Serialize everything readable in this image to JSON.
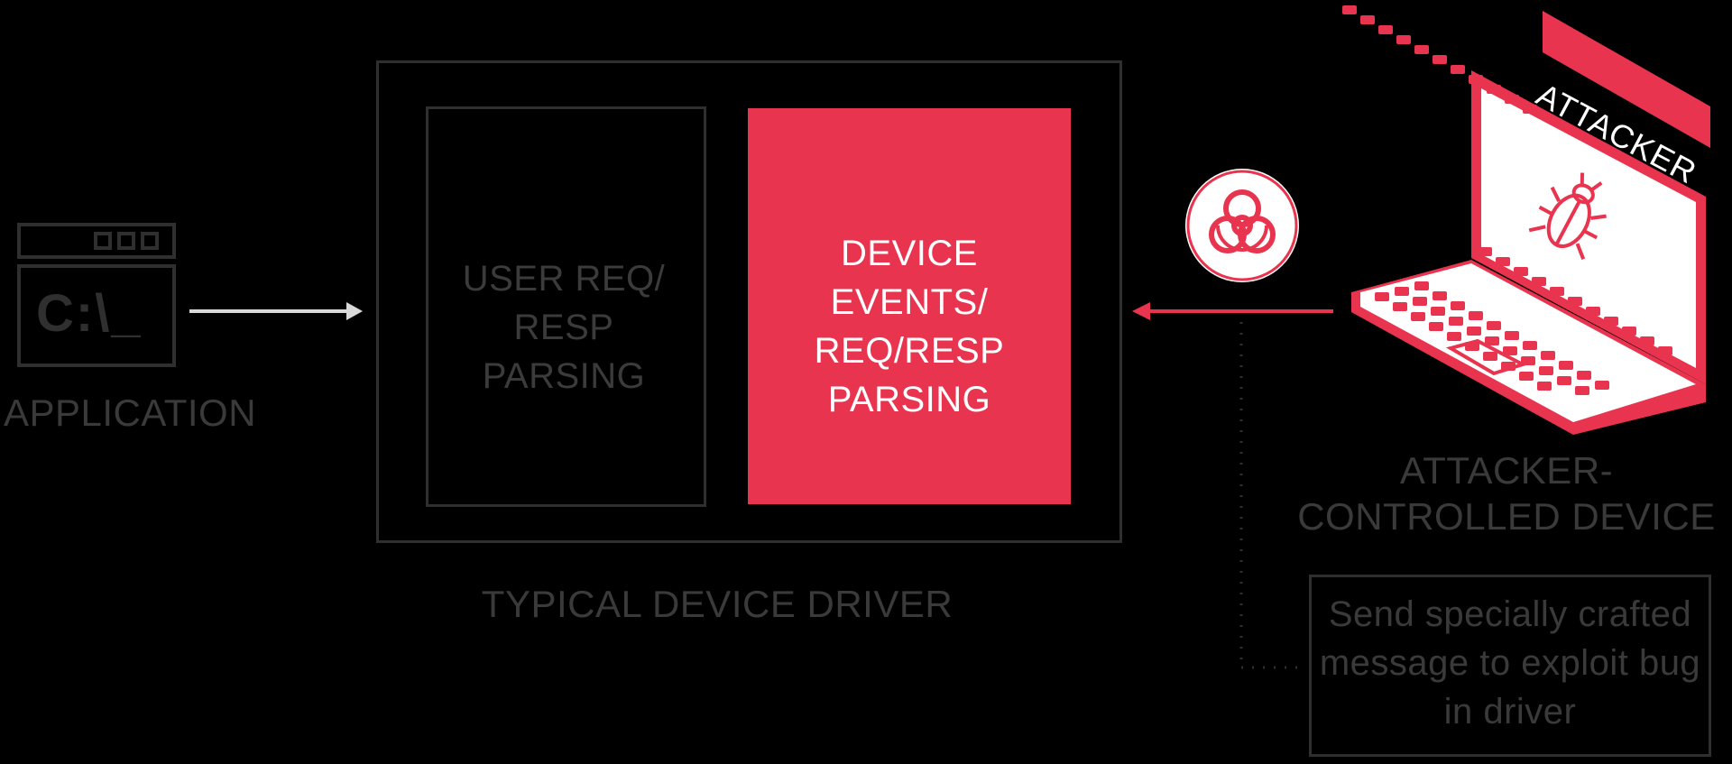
{
  "application": {
    "label": "APPLICATION",
    "terminal_text": "C:\\_"
  },
  "driver": {
    "title": "TYPICAL DEVICE DRIVER",
    "user_box_label": "USER REQ/ RESP PARSING",
    "device_box_label": "DEVICE EVENTS/ REQ/RESP PARSING"
  },
  "attacker": {
    "badge": "ATTACKER",
    "device_label": "ATTACKER-CONTROLLED DEVICE",
    "note": "Send specially crafted message to exploit bug in driver"
  },
  "colors": {
    "accent": "#e8344e",
    "outline": "#2f2f2f",
    "muted_text": "#3a3a3a",
    "arrow_white": "#d9d9d9"
  },
  "icons": [
    "terminal-window-icon",
    "biohazard-icon",
    "laptop-icon",
    "bug-icon"
  ]
}
